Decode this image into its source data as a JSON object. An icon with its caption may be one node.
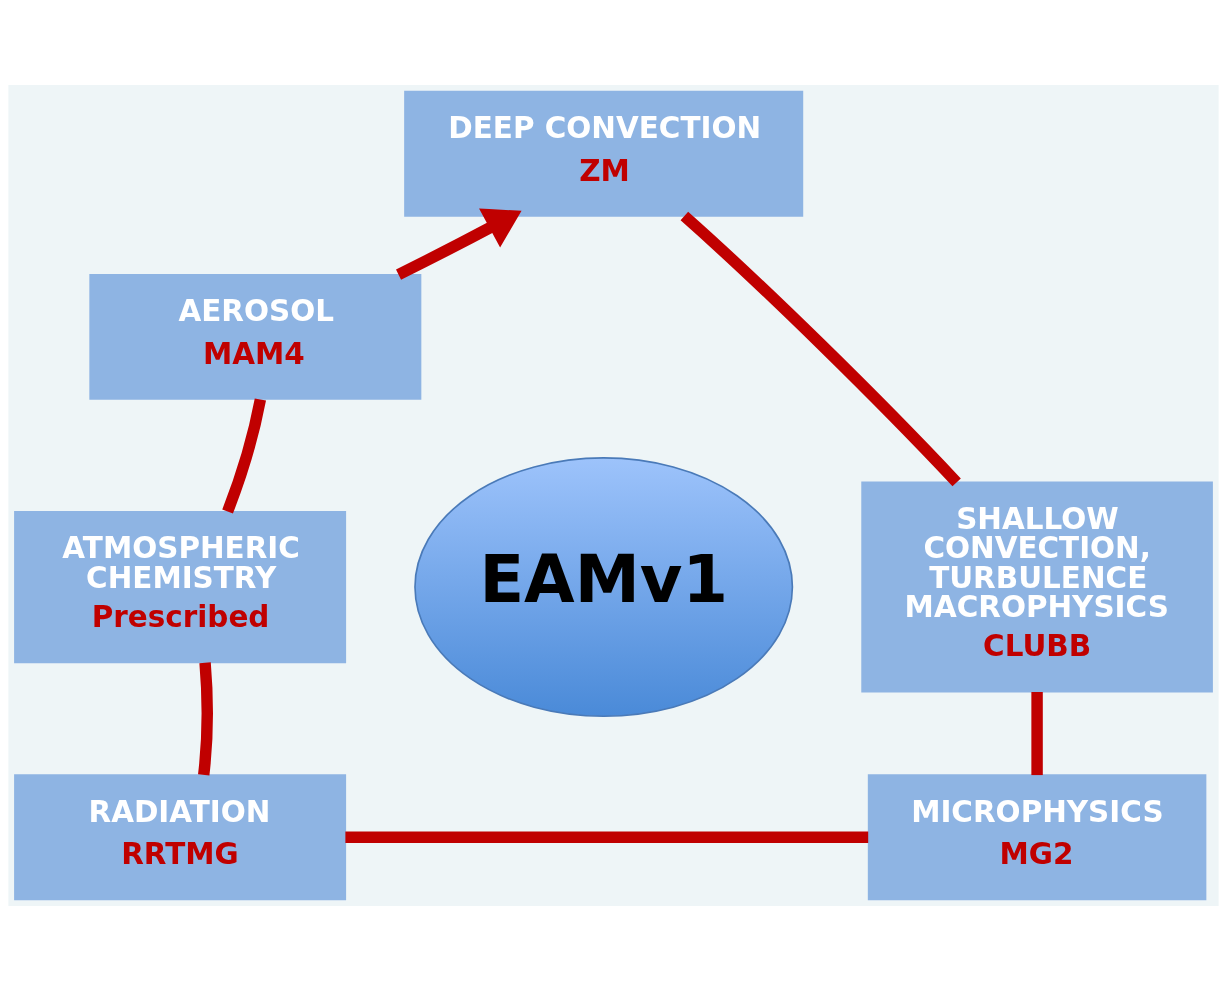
{
  "diagram": {
    "nodes": [
      {
        "text": [
          "DEEP CONVECTION",
          "ZM"
        ]
      },
      {
        "text": [
          "AEROSOL",
          "MAM4"
        ]
      },
      {
        "text": [
          "SHALLOW CONVECTION, TURBULENCE MACROPHYSICS",
          "CLUBB"
        ]
      },
      {
        "text": [
          "EAMv1"
        ]
      },
      {
        "text": [
          "ATMOSPHERIC CHEMISTRY",
          "Prescribed"
        ]
      },
      {
        "text": [
          "RADIATION",
          "RRTMG"
        ]
      },
      {
        "text": [
          "MICROPHYSICS",
          "MG2"
        ]
      }
    ],
    "edges": [
      {
        "from": 0,
        "to": 2,
        "arrow": "none"
      },
      {
        "from": 2,
        "to": 6,
        "arrow": "none"
      },
      {
        "from": 6,
        "to": 5,
        "arrow": "none"
      },
      {
        "from": 5,
        "to": 4,
        "arrow": "none"
      },
      {
        "from": 4,
        "to": 1,
        "arrow": "none"
      },
      {
        "from": 1,
        "to": 0,
        "arrow": "to"
      }
    ]
  }
}
